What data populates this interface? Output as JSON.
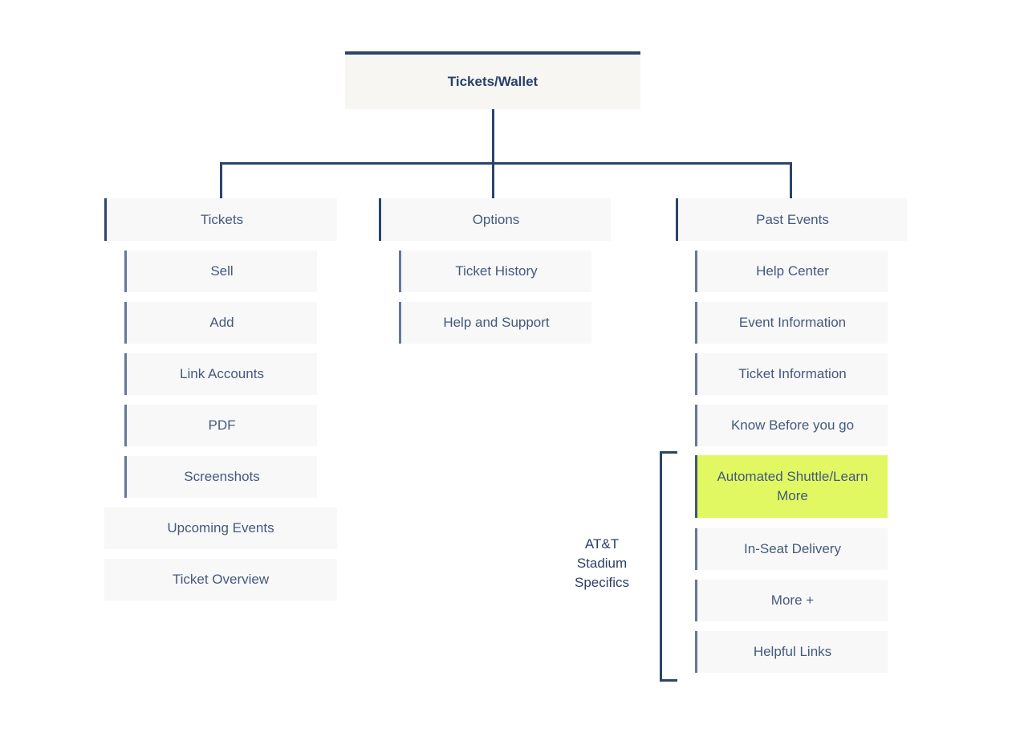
{
  "title": {
    "label": "Tickets/Wallet"
  },
  "columns": {
    "tickets": {
      "label": "Tickets",
      "children": [
        "Sell",
        "Add",
        "Link Accounts",
        "PDF",
        "Screenshots"
      ],
      "extra": [
        "Upcoming Events",
        "Ticket Overview"
      ]
    },
    "options": {
      "label": "Options",
      "children": [
        "Ticket History",
        "Help and Support"
      ]
    },
    "past_events": {
      "label": "Past Events",
      "children": [
        "Help Center",
        "Event Information",
        "Ticket Information",
        "Know Before you go",
        "Automated Shuttle/Learn More",
        "In-Seat Delivery",
        "More +",
        "Helpful Links"
      ]
    }
  },
  "annotation": {
    "label": "AT&T Stadium Specifics",
    "line1": "AT&T",
    "line2": "Stadium",
    "line3": "Specifics"
  },
  "highlight": {
    "item": "Automated Shuttle/Learn More",
    "color": "#e2f862"
  },
  "colors": {
    "connector": "#2b4569",
    "parent_accent": "#2b4569",
    "child_accent": "#64789c",
    "node_background": "#f8f8f8",
    "title_background": "#f7f6f3",
    "highlight_background": "#e2f862",
    "text": "#44597d",
    "title_text": "#27406a"
  }
}
